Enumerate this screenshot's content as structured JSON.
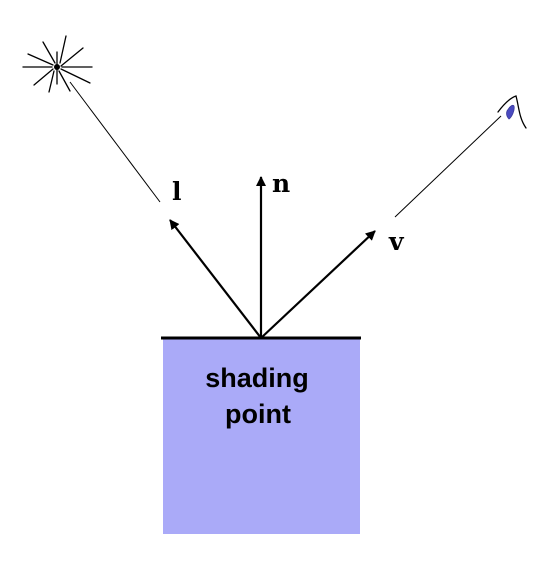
{
  "vectors": {
    "light_label": "l",
    "normal_label": "n",
    "view_label": "v"
  },
  "surface": {
    "label_line1": "shading",
    "label_line2": "point",
    "fill_color": "#aaaaf8"
  },
  "icons": {
    "light_source": "light-source-icon",
    "viewer": "eye-icon"
  }
}
